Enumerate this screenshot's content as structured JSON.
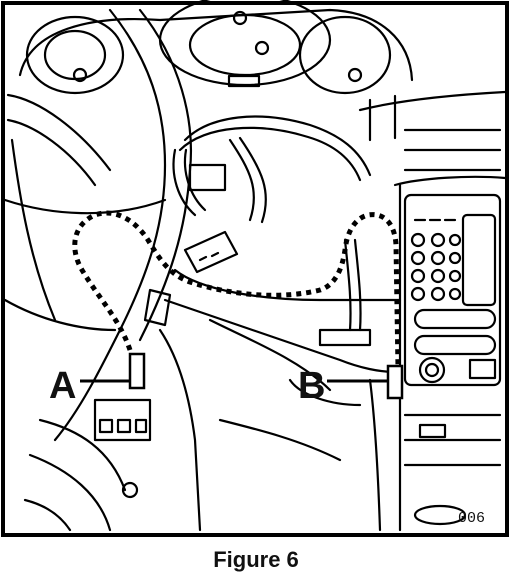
{
  "figure": {
    "caption": "Figure 6",
    "callouts": [
      {
        "id": "A",
        "label": "A"
      },
      {
        "id": "B",
        "label": "B"
      }
    ],
    "part_code": "006"
  }
}
